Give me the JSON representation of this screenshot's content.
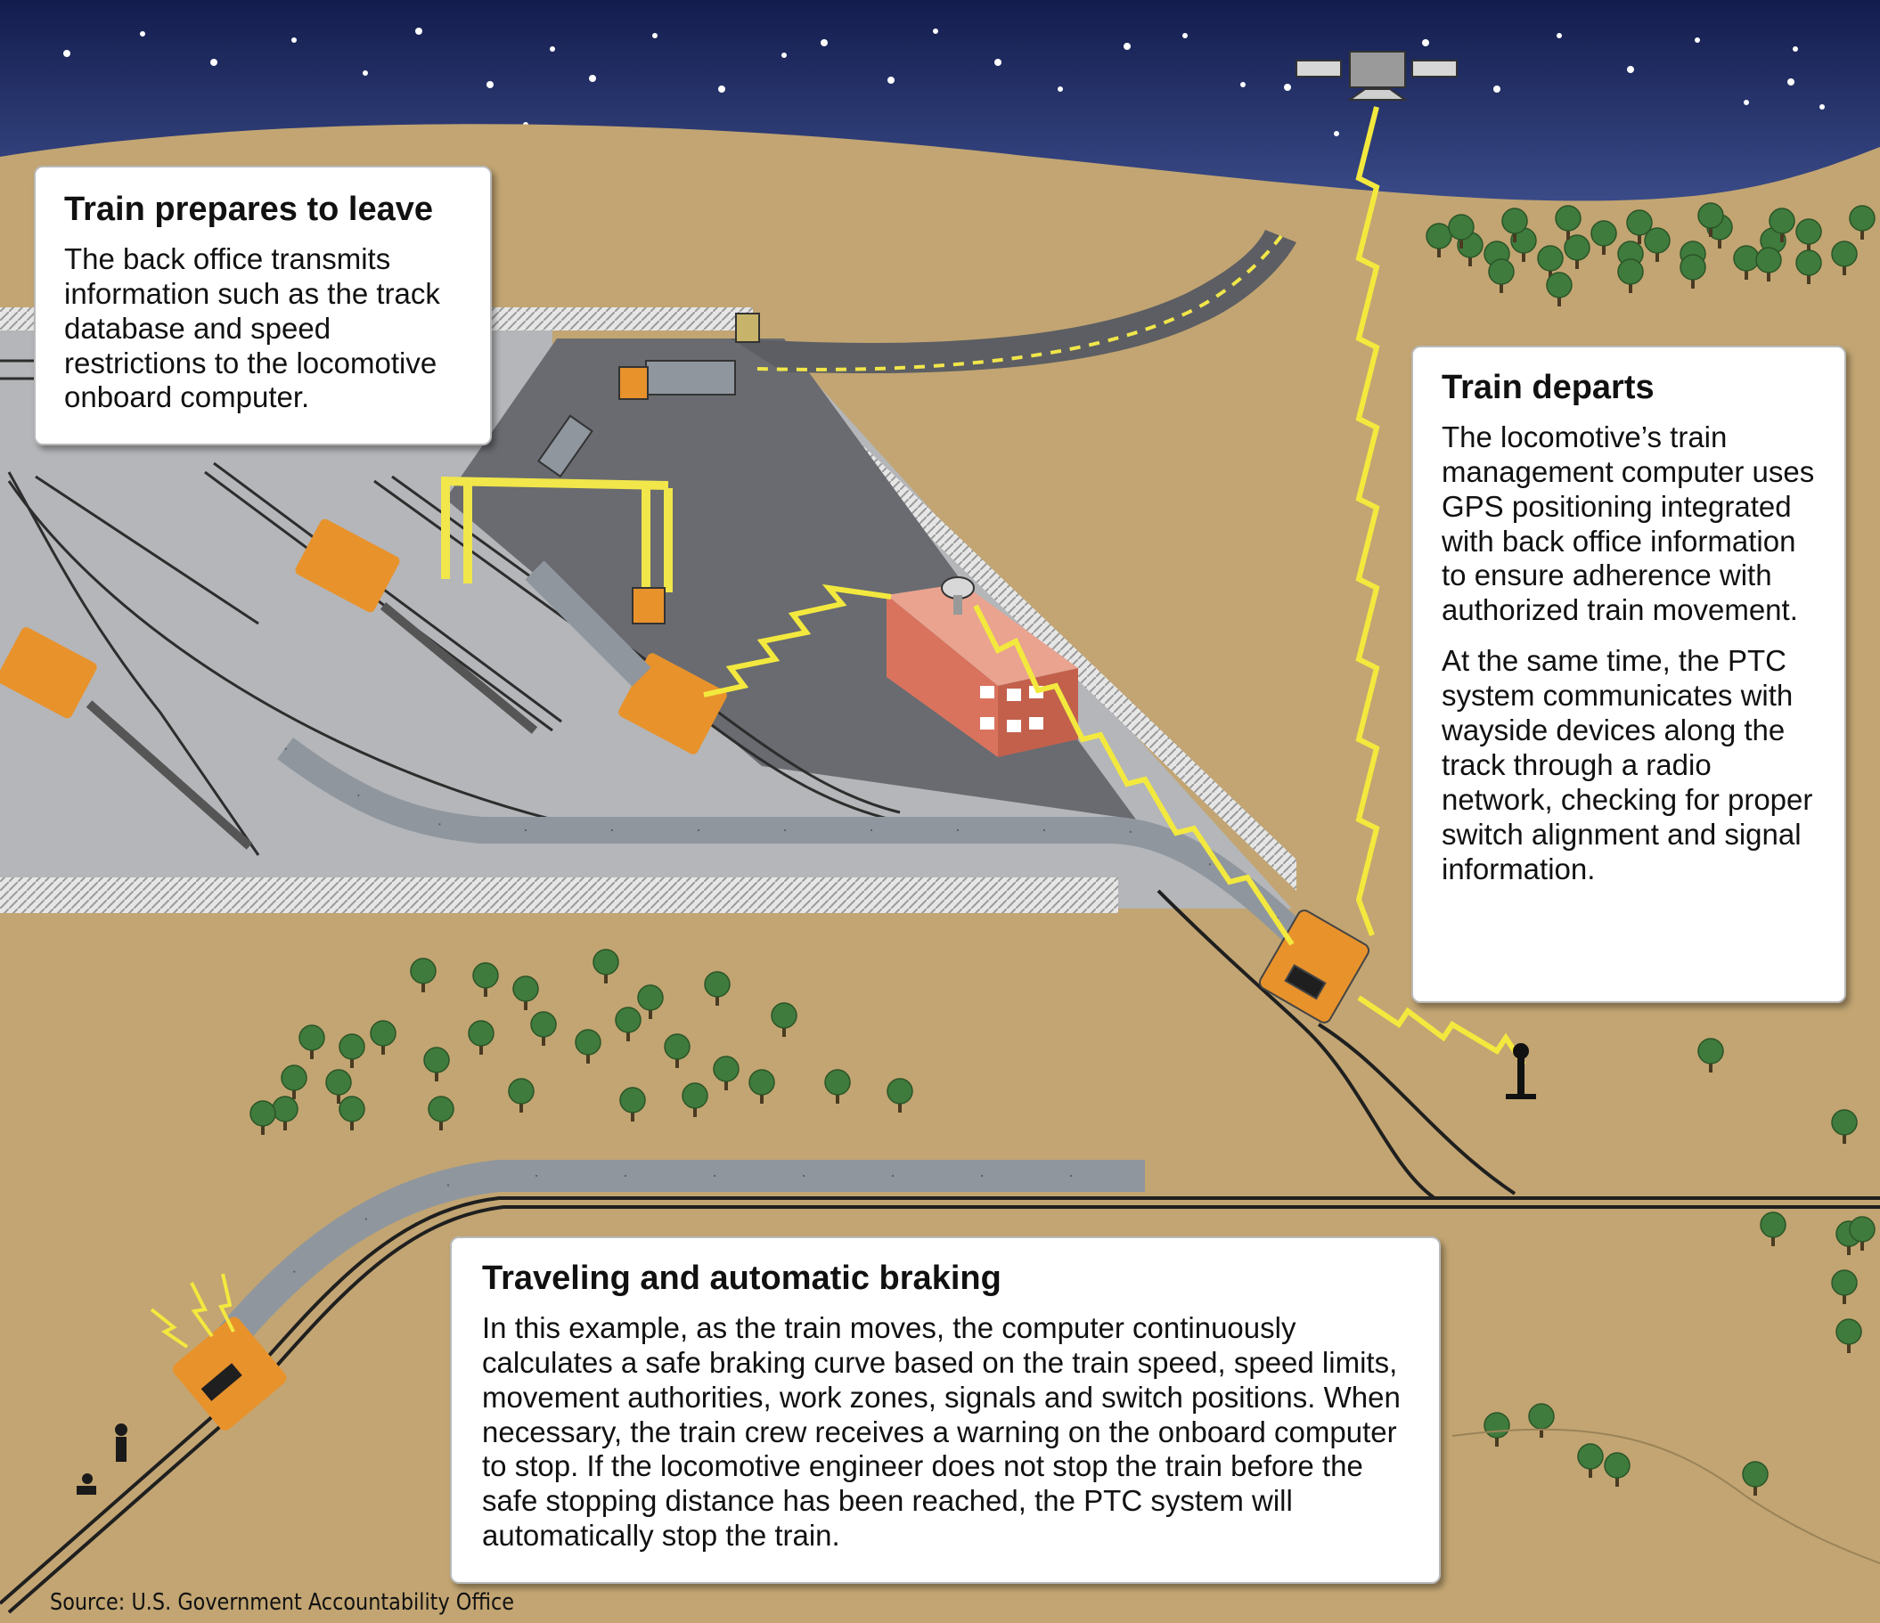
{
  "callouts": {
    "prepares": {
      "title": "Train prepares to leave",
      "body": "The back office transmits information such as the track database and speed restrictions to the locomotive onboard computer."
    },
    "departs": {
      "title": "Train departs",
      "body1": "The locomotive’s train management computer uses GPS positioning integrated with back office information to ensure adherence with authorized train movement.",
      "body2": "At the same time, the PTC system communicates with wayside devices along the track through a radio network, checking for proper switch alignment and signal information."
    },
    "braking": {
      "title": "Traveling and automatic braking",
      "body": "In this example, as the train moves, the computer continuously calculates a safe braking curve based on the train speed, speed limits, movement authorities, work zones, signals and switch positions. When necessary, the train crew receives a warning on the onboard computer to stop. If the locomotive engineer does not stop the train before the safe stopping distance has been reached, the PTC system will automatically stop the train."
    }
  },
  "source": "Source: U.S. Government Accountability Office",
  "colors": {
    "sky": "#1e2a63",
    "ground": "#c2a572",
    "yard": "#b4b6b9",
    "lot": "#6b6d72",
    "locomotive": "#e8922c",
    "railcar": "#8f969e",
    "building": "#d9735e",
    "tree": "#3f7b3c",
    "signal": "#f3e93e"
  },
  "icons": [
    "satellite-icon",
    "satellite-dish-icon",
    "signal-icon",
    "worker-icon",
    "brake-spark-icon"
  ]
}
